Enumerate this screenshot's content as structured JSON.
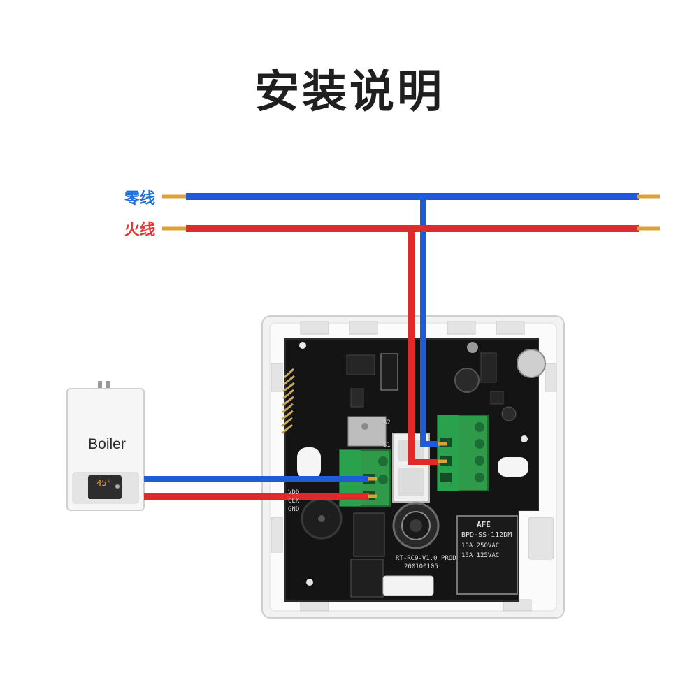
{
  "title": "安装说明",
  "wires": {
    "neutral_label": "零线",
    "live_label": "火线",
    "neutral_color": "#1e5bd6",
    "live_color": "#e02a2a",
    "tip_color": "#d9a23a"
  },
  "boiler": {
    "label": "Boiler",
    "temperature": "45°"
  },
  "board": {
    "model": "RT-RC9-V1.0 PROD",
    "date_code": "200100105",
    "relay_brand": "AFE",
    "relay_model": "BPD-SS-112DM",
    "relay_rating_1": "10A 250VAC",
    "relay_rating_2": "15A 125VAC",
    "header_labels": [
      "VDD",
      "CLK",
      "GND"
    ],
    "switch_labels": [
      "S1",
      "S2"
    ]
  }
}
